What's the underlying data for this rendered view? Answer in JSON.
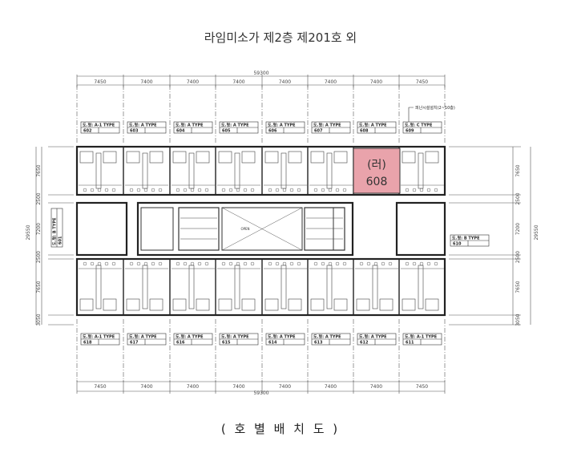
{
  "title": "라임미소가 제2층 제201호 외",
  "caption": "( 호 별 배 치 도 )",
  "highlight": {
    "prefix": "(러)",
    "unit": "608",
    "color": "#e9a3ab"
  },
  "note": "피난시설설치(2~10층)",
  "core_label": "OPEN",
  "dimensions": {
    "total_width": "59300",
    "top_bays": [
      "7450",
      "7400",
      "7400",
      "7400",
      "7400",
      "7400",
      "7400",
      "7450"
    ],
    "bottom_bays": [
      "7450",
      "7400",
      "7400",
      "7400",
      "7400",
      "7400",
      "7400",
      "7450"
    ],
    "side_rows": [
      "7650",
      "2500",
      "7200",
      "2500",
      "7650",
      "3050"
    ],
    "left_total": "29550",
    "right_total": "29550"
  },
  "top_units": [
    {
      "type": "도.형: A-1 TYPE",
      "unit": "602"
    },
    {
      "type": "도.형: A TYPE",
      "unit": "603"
    },
    {
      "type": "도.형: A TYPE",
      "unit": "604"
    },
    {
      "type": "도.형: A TYPE",
      "unit": "605"
    },
    {
      "type": "도.형: A TYPE",
      "unit": "606"
    },
    {
      "type": "도.형: A TYPE",
      "unit": "607"
    },
    {
      "type": "도.형: A TYPE",
      "unit": "608"
    },
    {
      "type": "도.형: C TYPE",
      "unit": "609"
    }
  ],
  "bottom_units": [
    {
      "type": "도.형: A-1 TYPE",
      "unit": "618"
    },
    {
      "type": "도.형: A TYPE",
      "unit": "617"
    },
    {
      "type": "도.형: A TYPE",
      "unit": "616"
    },
    {
      "type": "도.형: A TYPE",
      "unit": "615"
    },
    {
      "type": "도.형: A TYPE",
      "unit": "614"
    },
    {
      "type": "도.형: A TYPE",
      "unit": "613"
    },
    {
      "type": "도.형: A TYPE",
      "unit": "612"
    },
    {
      "type": "도.형: A-1 TYPE",
      "unit": "611"
    }
  ],
  "side_units": {
    "left": {
      "type": "도.형: B TYPE",
      "unit": "601"
    },
    "right": {
      "type": "도.형: B TYPE",
      "unit": "610"
    }
  }
}
